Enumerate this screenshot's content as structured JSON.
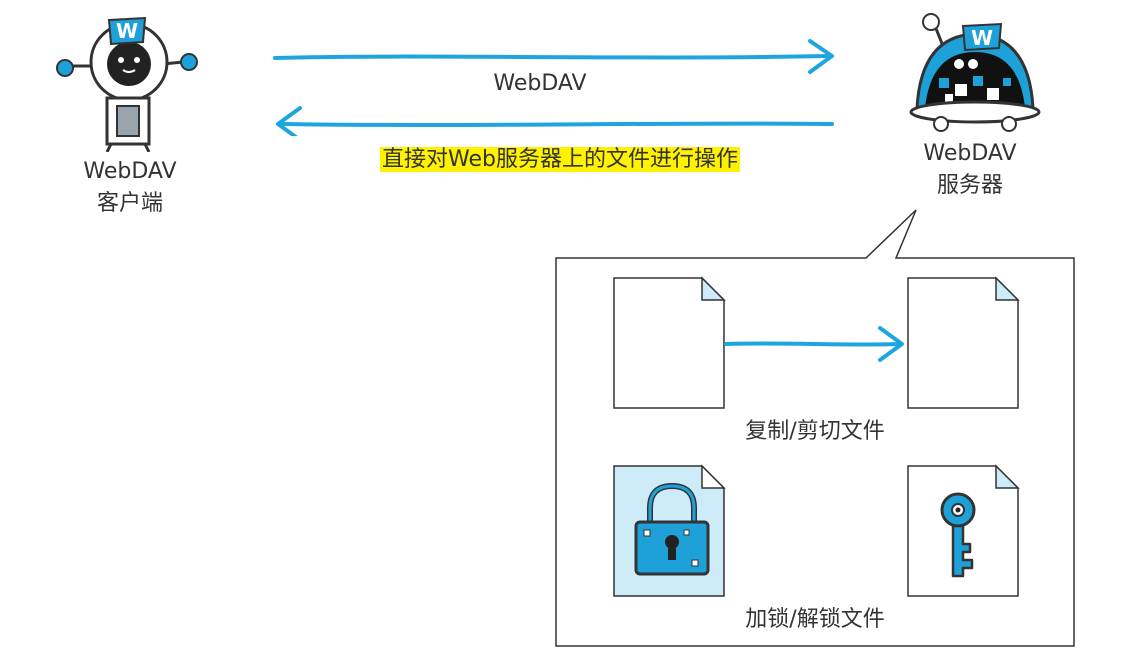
{
  "client": {
    "name": "WebDAV",
    "role": "客户端"
  },
  "server": {
    "name": "WebDAV",
    "role": "服务器"
  },
  "protocol_label": "WebDAV",
  "operation_caption": "直接对Web服务器上的文件进行操作",
  "operations": [
    {
      "caption": "复制/剪切文件"
    },
    {
      "caption": "加锁/解锁文件"
    }
  ],
  "colors": {
    "arrow": "#1ea5e0",
    "highlight": "#fff200",
    "locked_file_fill": "#cdebf9",
    "robot_blue": "#1da1d8",
    "text": "#333333"
  },
  "icons": {
    "client": "client-robot-icon",
    "server": "server-robot-icon",
    "file": "document-icon",
    "lock": "padlock-icon",
    "key": "key-icon"
  }
}
